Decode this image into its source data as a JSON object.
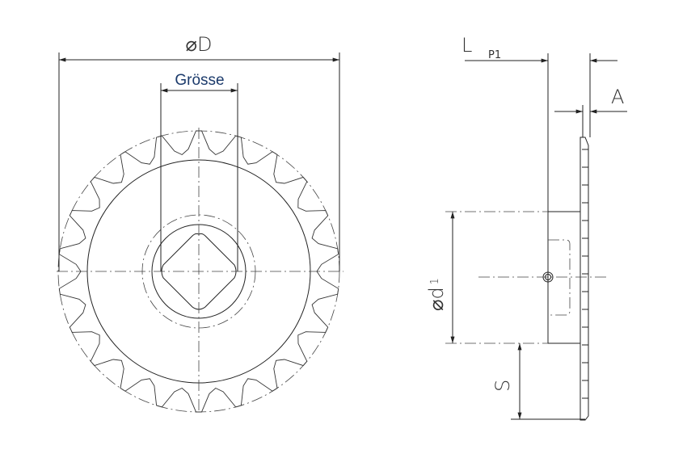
{
  "labels": {
    "outer_diameter": "⌀D",
    "size": "Grösse",
    "length_main": "L",
    "length_sub": "P1",
    "offset": "A",
    "hub_diameter_main": "⌀d",
    "hub_diameter_sub": "1",
    "side": "S"
  },
  "colors": {
    "size_label": "#1b3a6b",
    "lines": "#222222"
  },
  "sprocket": {
    "teeth": 22
  }
}
